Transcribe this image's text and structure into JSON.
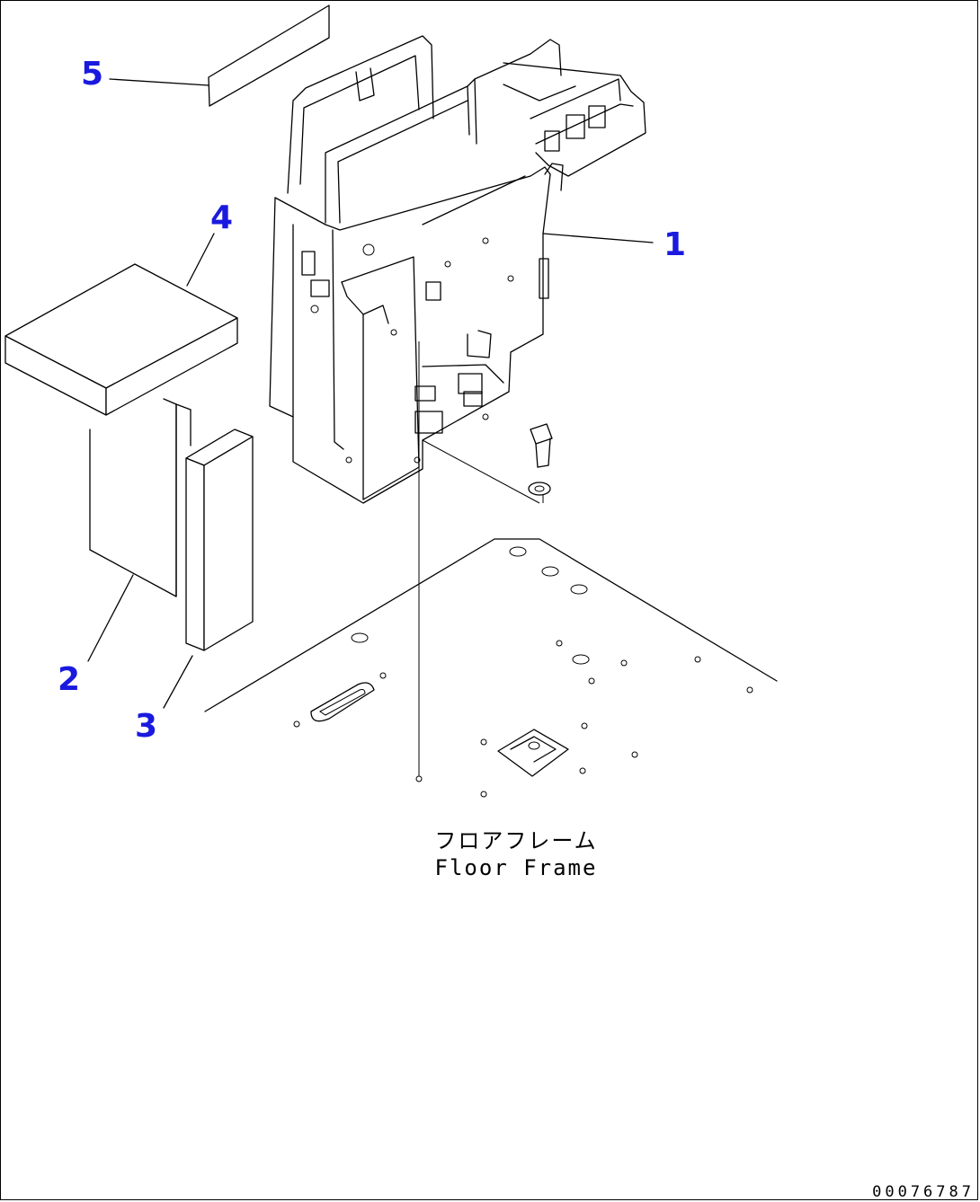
{
  "callouts": [
    {
      "id": "1",
      "label": "1"
    },
    {
      "id": "2",
      "label": "2"
    },
    {
      "id": "3",
      "label": "3"
    },
    {
      "id": "4",
      "label": "4"
    },
    {
      "id": "5",
      "label": "5"
    }
  ],
  "caption": {
    "japanese": "フロアフレーム",
    "english": "Floor Frame"
  },
  "drawing_number": "00076787",
  "colors": {
    "callout": "#1a1adf",
    "line": "#000000",
    "background": "#ffffff"
  }
}
